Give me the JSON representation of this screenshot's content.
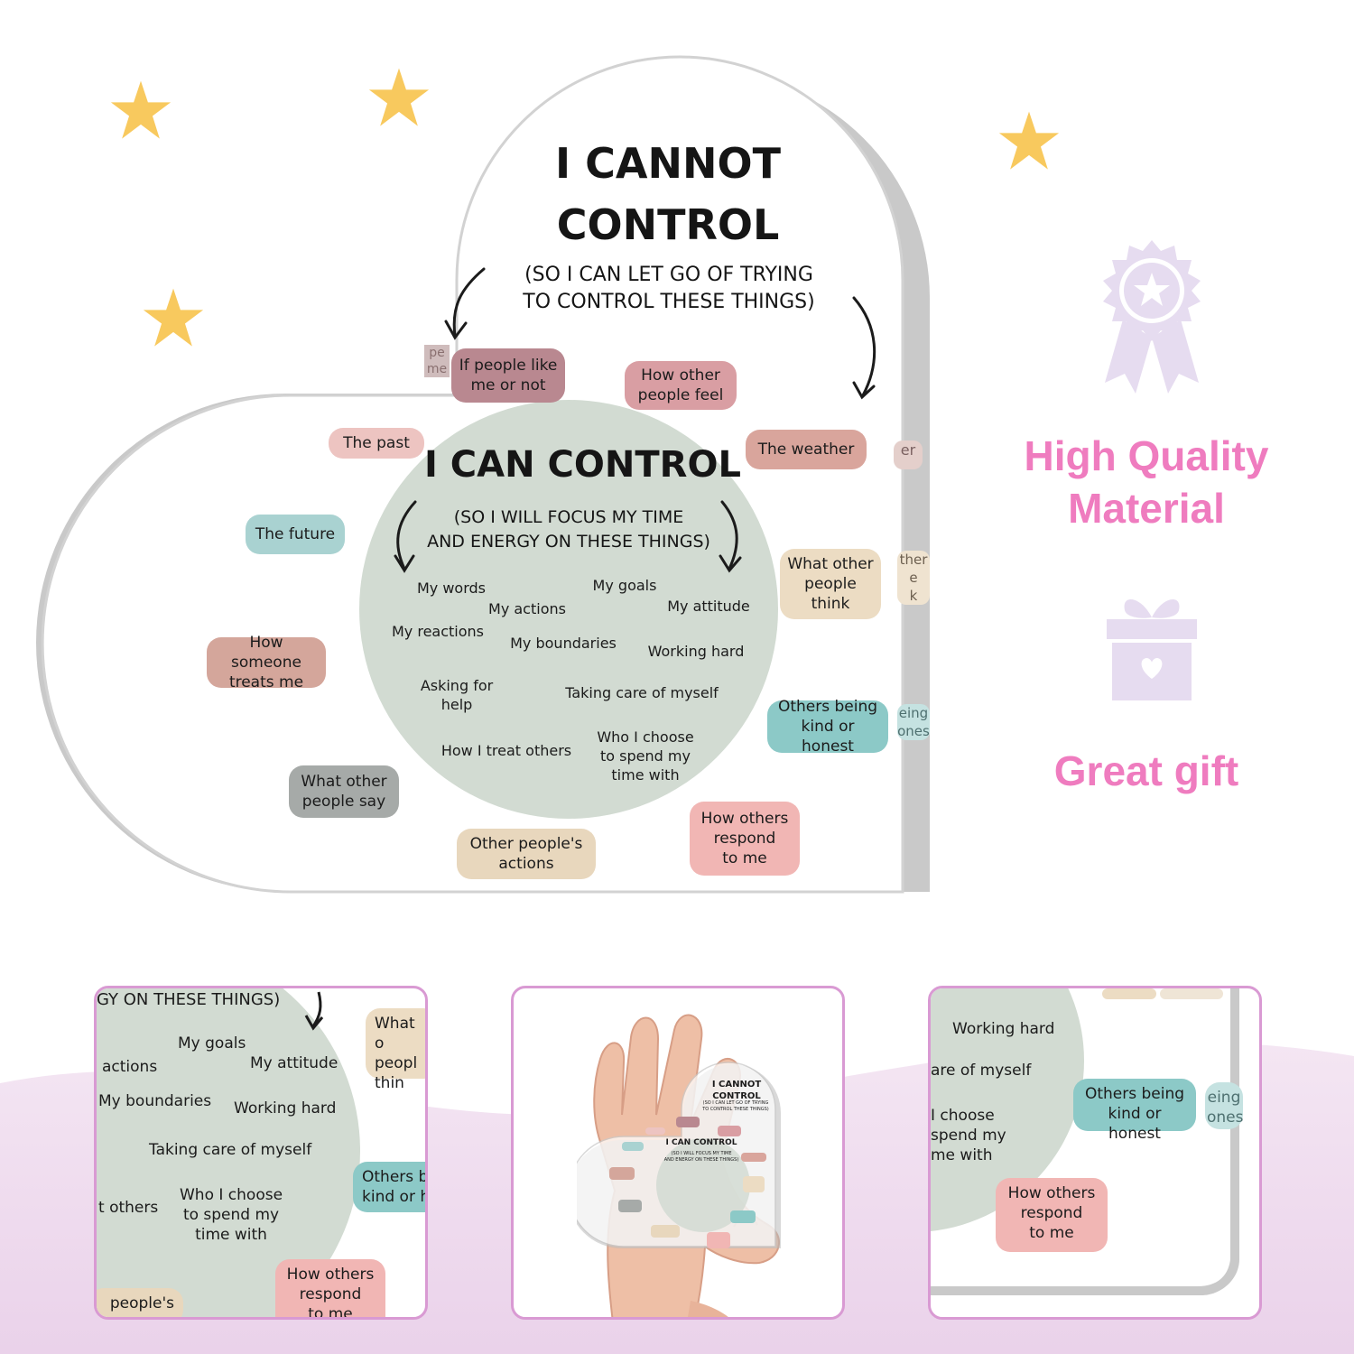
{
  "colors": {
    "accent_pink": "#ef7cbf",
    "star_yellow": "#f8c95e",
    "circle_sage": "#d2dbd2",
    "icon_lilac": "#e6dcf0",
    "thumb_border": "#d99ad3"
  },
  "heart": {
    "cannot_title_line1": "I CANNOT",
    "cannot_title_line2": "CONTROL",
    "cannot_sub_line1": "(SO I CAN LET GO OF TRYING",
    "cannot_sub_line2": "TO CONTROL THESE THINGS)",
    "can_title": "I CAN CONTROL",
    "can_sub_line1": "(SO I WILL FOCUS MY TIME",
    "can_sub_line2": "AND ENERGY ON THESE THINGS)",
    "cannot_items": [
      {
        "text": "If people like\nme or not",
        "color": "#b98890"
      },
      {
        "text": "How other\npeople feel",
        "color": "#d99ea3"
      },
      {
        "text": "The past",
        "color": "#edc4c1"
      },
      {
        "text": "The weather",
        "color": "#d9a59c"
      },
      {
        "text": "The future",
        "color": "#a9d2d1"
      },
      {
        "text": "What other\npeople\nthink",
        "color": "#ecdcc3"
      },
      {
        "text": "How someone\ntreats me",
        "color": "#d4a69b"
      },
      {
        "text": "Others being\nkind or honest",
        "color": "#8cc9c7"
      },
      {
        "text": "What other\npeople say",
        "color": "#a6aaa8"
      },
      {
        "text": "How others\nrespond\nto me",
        "color": "#f1b6b4"
      },
      {
        "text": "Other people's\nactions",
        "color": "#e8d7bd"
      }
    ],
    "can_items": [
      "My words",
      "My goals",
      "My actions",
      "My attitude",
      "My reactions",
      "My boundaries",
      "Working hard",
      "Asking for\nhelp",
      "Taking care of myself",
      "How I treat others",
      "Who I choose\nto spend my\ntime with"
    ],
    "edge_fragments": [
      "pe\nme",
      "er",
      "ther\ne\nk",
      "eing\nones"
    ]
  },
  "features": [
    {
      "label": "High Quality\nMaterial",
      "icon": "award-ribbon-icon"
    },
    {
      "label": "Great gift",
      "icon": "gift-box-icon"
    }
  ],
  "thumbnails": {
    "left": {
      "texts": [
        "GY ON THESE THINGS)",
        "My goals",
        "actions",
        "My attitude",
        "My boundaries",
        "Working hard",
        "Taking care of myself",
        "t others",
        "Who I choose\nto spend my\ntime with",
        "people's"
      ],
      "chips": [
        {
          "text": "What o\npeopl\nthin",
          "color": "#ecdcc3"
        },
        {
          "text": "Others b\nkind or h",
          "color": "#8cc9c7"
        },
        {
          "text": "How others\nrespond\nto me",
          "color": "#f1b6b4"
        }
      ]
    },
    "middle": {
      "title_cannot": "I CANNOT\nCONTROL",
      "sub_cannot": "(SO I CAN LET GO OF TRYING\nTO CONTROL THESE THINGS)",
      "title_can": "I CAN CONTROL",
      "sub_can": "(SO I WILL FOCUS MY TIME\nAND ENERGY ON THESE THINGS)"
    },
    "right": {
      "texts": [
        "Working hard",
        "are of myself",
        "I choose\nspend my\nme with",
        "eing\nones"
      ],
      "chips": [
        {
          "text": "Others being\nkind or honest",
          "color": "#8cc9c7"
        },
        {
          "text": "How others\nrespond\nto me",
          "color": "#f1b6b4"
        }
      ]
    }
  }
}
